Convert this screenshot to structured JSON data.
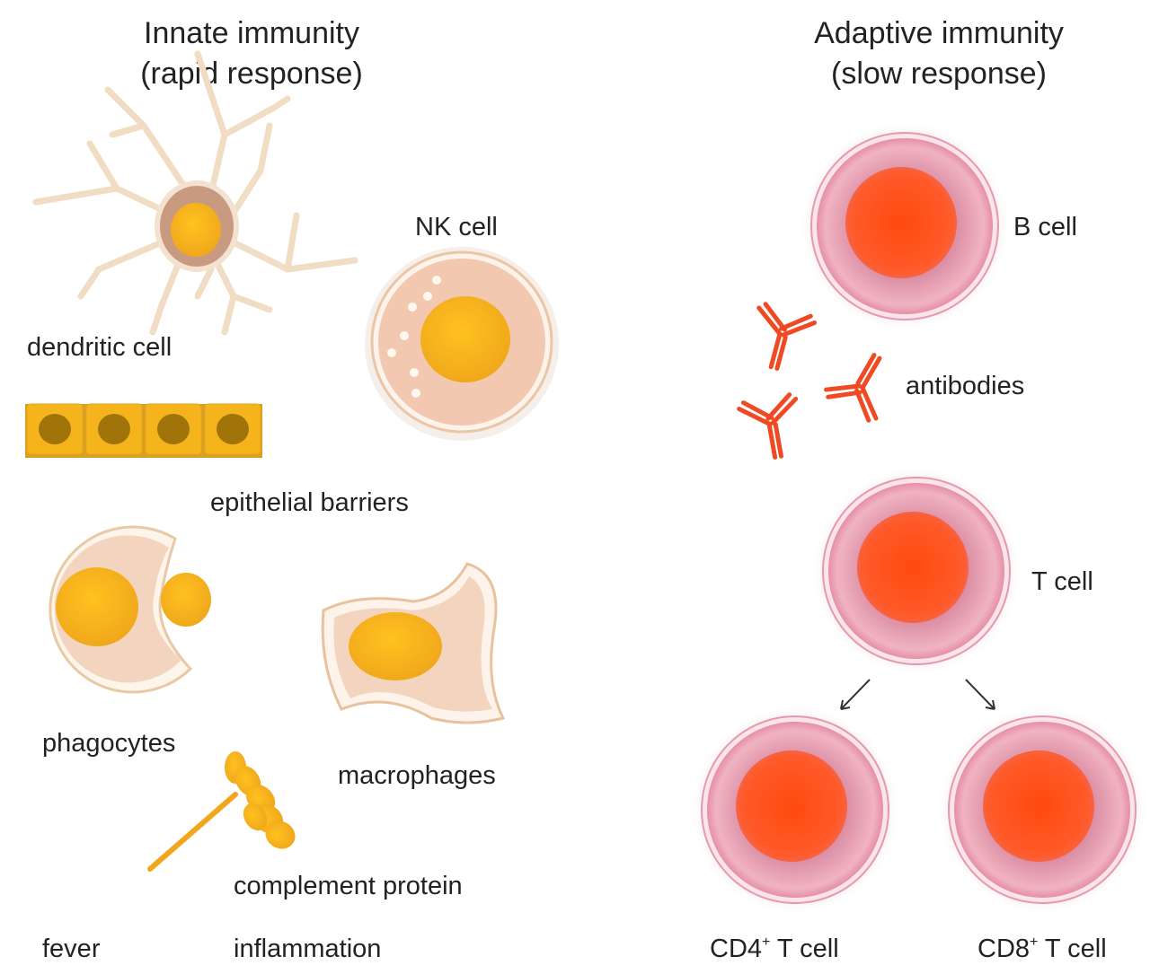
{
  "innate": {
    "title_line1": "Innate immunity",
    "title_line2": "(rapid response)",
    "labels": {
      "dendritic": "dendritic cell",
      "nk": "NK cell",
      "epithelial": "epithelial barriers",
      "phagocytes": "phagocytes",
      "macrophages": "macrophages",
      "complement": "complement protein",
      "fever": "fever",
      "inflammation": "inflammation"
    }
  },
  "adaptive": {
    "title_line1": "Adaptive immunity",
    "title_line2": "(slow response)",
    "labels": {
      "bcell": "B cell",
      "antibodies": "antibodies",
      "tcell": "T cell",
      "cd4": {
        "base": "CD4",
        "sup": "+",
        "rest": " T cell"
      },
      "cd8": {
        "base": "CD8",
        "sup": "+",
        "rest": " T cell"
      }
    }
  },
  "colors": {
    "innate_nucleus": "#f6b21c",
    "innate_cytoplasm": "#f3d3bd",
    "adaptive_nucleus": "#ff4a1a",
    "adaptive_cytoplasm": "#e9a0b2",
    "antibody": "#f04a24"
  }
}
